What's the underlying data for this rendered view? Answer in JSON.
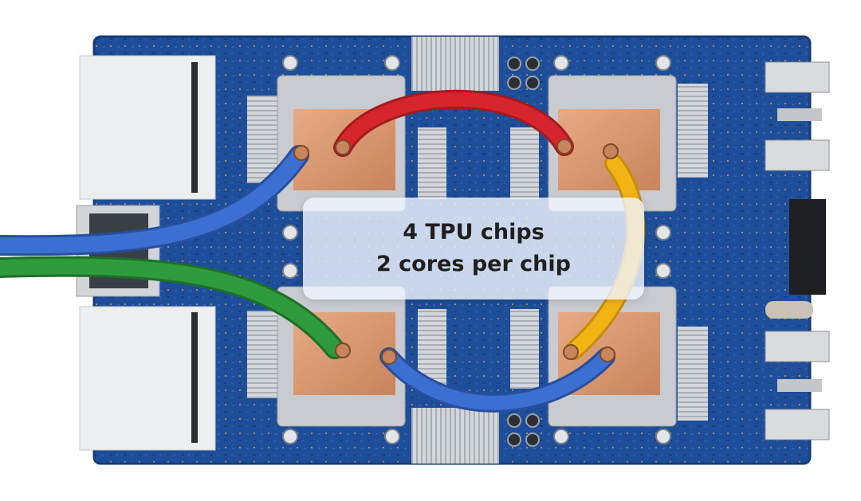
{
  "caption": {
    "line1": "4 TPU chips",
    "line2": "2 cores per chip"
  },
  "colors": {
    "background": "#ffffff",
    "board": "#1f4f9c",
    "copper": "#d99a72",
    "cable_red": "#d6252c",
    "cable_yellow": "#f2b315",
    "cable_blue": "#3b6fd1",
    "cable_green": "#2e9b3c"
  },
  "icons": [
    "tpu-chip-cold-plate",
    "liquid-cooling-pipe",
    "heatsink-fins",
    "network-connector"
  ]
}
